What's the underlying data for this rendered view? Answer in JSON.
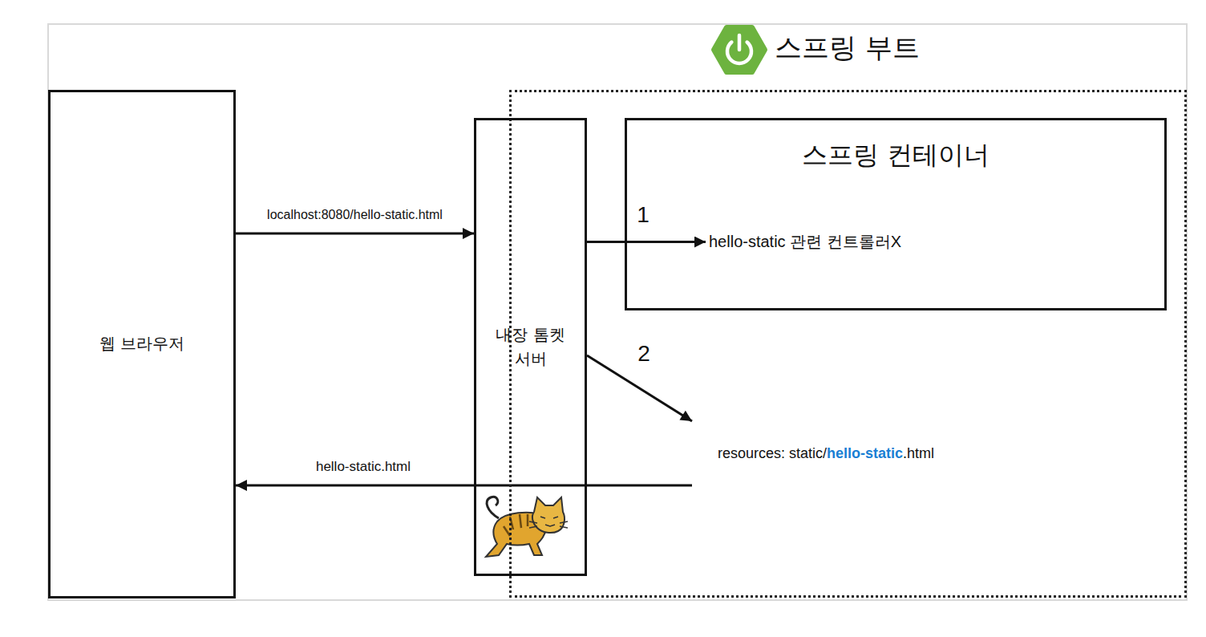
{
  "diagram": {
    "nodes": [
      {
        "text": [
          "웹 브라우저"
        ]
      },
      {
        "text": [
          "스프링 부트"
        ]
      },
      {
        "text": [
          "내장 톰켓 서버"
        ],
        "in": 1
      },
      {
        "text": [
          "스프링 컨테이너"
        ],
        "in": 1
      },
      {
        "text": [
          "hello-static 관련 컨트롤러X"
        ],
        "in": 3
      },
      {
        "text": [
          "resources: static/",
          "hello-static",
          ".html"
        ],
        "in": 1
      }
    ],
    "edges": [
      {
        "from": 0,
        "to": 2,
        "label": "localhost:8080/hello-static.html",
        "arrow": "to"
      },
      {
        "from": 2,
        "to": 4,
        "label": "1",
        "arrow": "to"
      },
      {
        "from": 2,
        "to": 5,
        "label": "2",
        "arrow": "to"
      },
      {
        "from": 5,
        "to": 0,
        "label": "hello-static.html",
        "arrow": "to"
      }
    ]
  }
}
